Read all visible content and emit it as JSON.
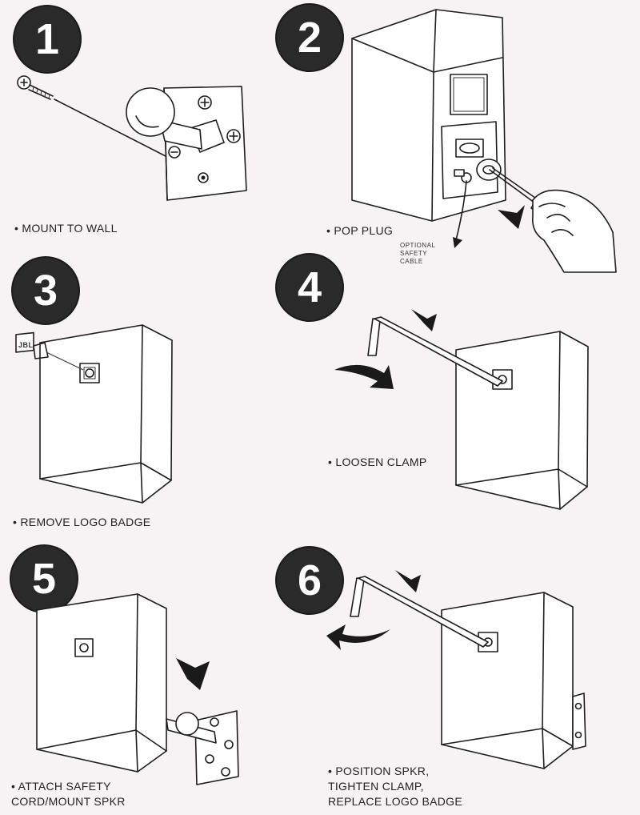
{
  "steps": [
    {
      "number": "1",
      "caption": "• MOUNT TO WALL"
    },
    {
      "number": "2",
      "caption": "• POP PLUG",
      "note": "OPTIONAL\nSAFETY\nCABLE"
    },
    {
      "number": "3",
      "caption": "• REMOVE LOGO BADGE",
      "badge_text": "JBL"
    },
    {
      "number": "4",
      "caption": "• LOOSEN CLAMP"
    },
    {
      "number": "5",
      "caption": "• ATTACH SAFETY\n  CORD/MOUNT SPKR"
    },
    {
      "number": "6",
      "caption": "• POSITION SPKR,\n  TIGHTEN CLAMP,\n  REPLACE LOGO BADGE"
    }
  ],
  "colors": {
    "background": "#f7f2f3",
    "badge": "#2a2a2a",
    "ink": "#1e1e1e"
  }
}
